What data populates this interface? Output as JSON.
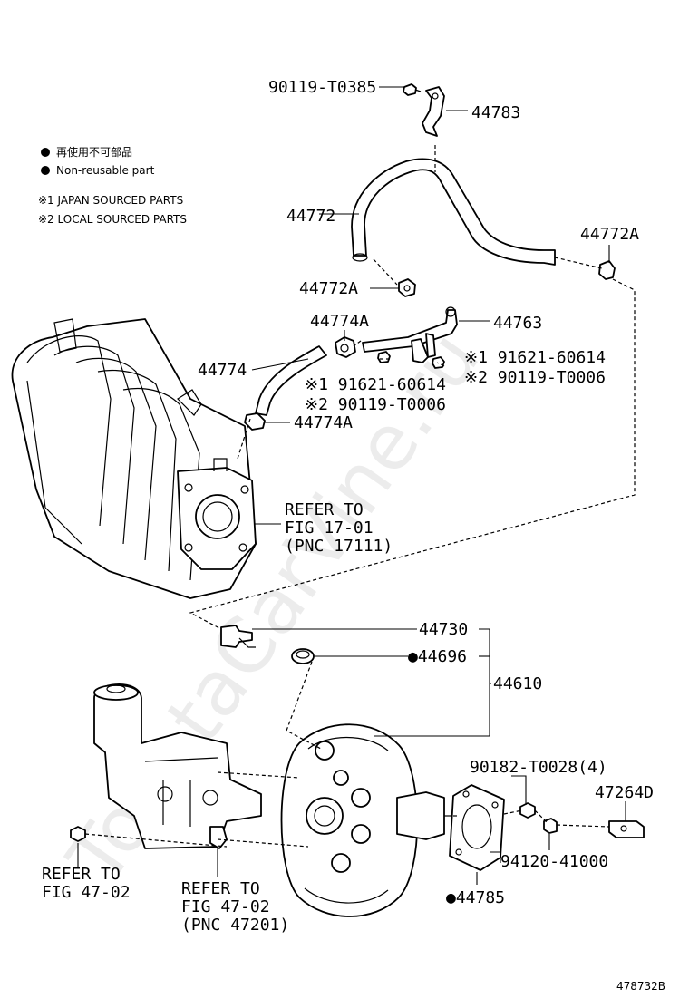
{
  "legend": {
    "reuse_jp": "再使用不可部品",
    "reuse_en": "Non-reusable part",
    "note1": "※1 JAPAN SOURCED PARTS",
    "note2": "※2 LOCAL SOURCED PARTS"
  },
  "parts": {
    "p90119_T0385": "90119-T0385",
    "p44783": "44783",
    "p44772": "44772",
    "p44772A_right": "44772A",
    "p44772A_left": "44772A",
    "p44763": "44763",
    "p44774A_top": "44774A",
    "p44774": "44774",
    "p44774A_bottom": "44774A",
    "p91621_right": "※1 91621-60614",
    "p90119_T0006_right": "※2 90119-T0006",
    "p91621_left": "※1 91621-60614",
    "p90119_T0006_left": "※2 90119-T0006",
    "p44730": "44730",
    "p44696": "●44696",
    "p44610": "44610",
    "p90182": "90182-T0028(4)",
    "p47264D": "47264D",
    "p94120": "94120-41000",
    "p44785": "●44785"
  },
  "refs": {
    "throttle": [
      "REFER TO",
      "FIG 17-01",
      "(PNC 17111)"
    ],
    "left": [
      "REFER TO",
      "FIG 47-02"
    ],
    "master": [
      "REFER TO",
      "FIG 47-02",
      "(PNC 47201)"
    ]
  },
  "figure_no": "478732B",
  "watermark": "ToyotaCarVine.ru"
}
